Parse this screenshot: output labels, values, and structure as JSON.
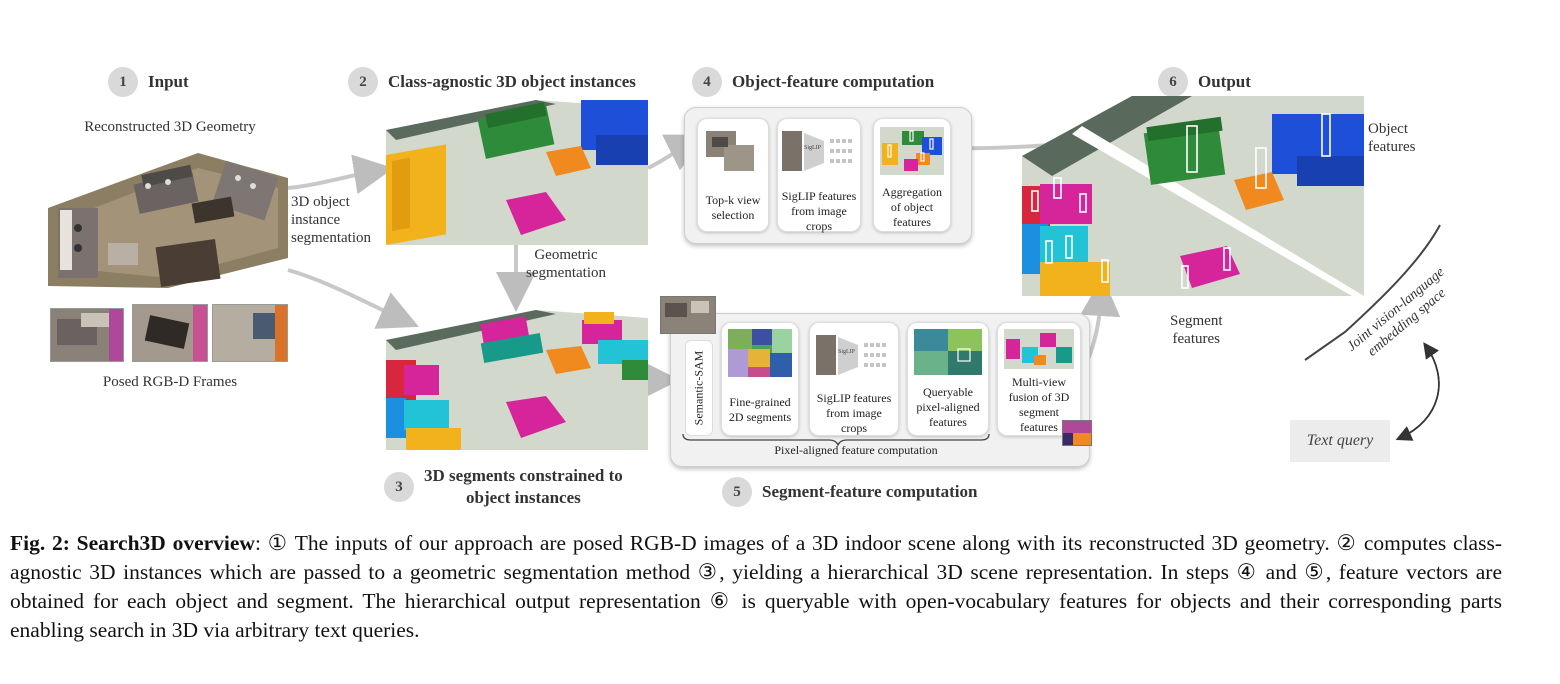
{
  "steps": {
    "s1": {
      "num": "1",
      "label": "Input"
    },
    "s2": {
      "num": "2",
      "label": "Class-agnostic 3D object instances"
    },
    "s3": {
      "num": "3",
      "label_line1": "3D segments constrained to",
      "label_line2": "object instances"
    },
    "s4": {
      "num": "4",
      "label": "Object-feature computation"
    },
    "s5": {
      "num": "5",
      "label": "Segment-feature computation"
    },
    "s6": {
      "num": "6",
      "label": "Output"
    }
  },
  "labels": {
    "reconstructed": "Reconstructed 3D Geometry",
    "posed_frames": "Posed RGB-D Frames",
    "inst_seg_1": "3D object",
    "inst_seg_2": "instance",
    "inst_seg_3": "segmentation",
    "geo_seg_1": "Geometric",
    "geo_seg_2": "segmentation",
    "object_features_1": "Object",
    "object_features_2": "features",
    "segment_features_1": "Segment",
    "segment_features_2": "features",
    "joint_space_1": "Joint vision-language",
    "joint_space_2": "embedding space",
    "text_query": "Text query",
    "semantic_sam": "Semantic-SAM",
    "pixel_aligned": "Pixel-aligned feature computation",
    "siglip_tag": "SigLIP"
  },
  "obj_boxes": [
    {
      "l1": "Top-k view",
      "l2": "selection",
      "l3": ""
    },
    {
      "l1": "SigLIP features",
      "l2": "from image",
      "l3": "crops"
    },
    {
      "l1": "Aggregation",
      "l2": "of object",
      "l3": "features"
    }
  ],
  "seg_boxes": [
    {
      "l1": "Fine-grained",
      "l2": "2D segments",
      "l3": "",
      "l4": ""
    },
    {
      "l1": "SigLIP features",
      "l2": "from image",
      "l3": "crops",
      "l4": ""
    },
    {
      "l1": "Queryable",
      "l2": "pixel-aligned",
      "l3": "features",
      "l4": ""
    },
    {
      "l1": "Multi-view",
      "l2": "fusion of 3D",
      "l3": "segment",
      "l4": "features"
    }
  ],
  "caption": {
    "fig_label": "Fig. 2: Search3D overview",
    "part1": ": ① The inputs of our approach are posed RGB-D images of a 3D indoor scene along with its reconstructed 3D geometry. ② computes class-agnostic 3D instances which are passed to a geometric segmentation method ③, yielding a hierarchical 3D scene representation. In steps ④ and ⑤, feature vectors are obtained for each object and segment. The hierarchical output representation ⑥ is queryable with open-vocabulary features for objects and their corresponding parts enabling search in 3D via arbitrary text queries."
  },
  "colors": {
    "floor": "#d8ddd2",
    "green": "#2e8b3a",
    "orange": "#f08a1e",
    "blue": "#1d4fd8",
    "magenta": "#d6249a",
    "yellow": "#f2b21b",
    "red": "#d7263d",
    "cyan": "#22c3d6",
    "teal": "#179a8a"
  }
}
